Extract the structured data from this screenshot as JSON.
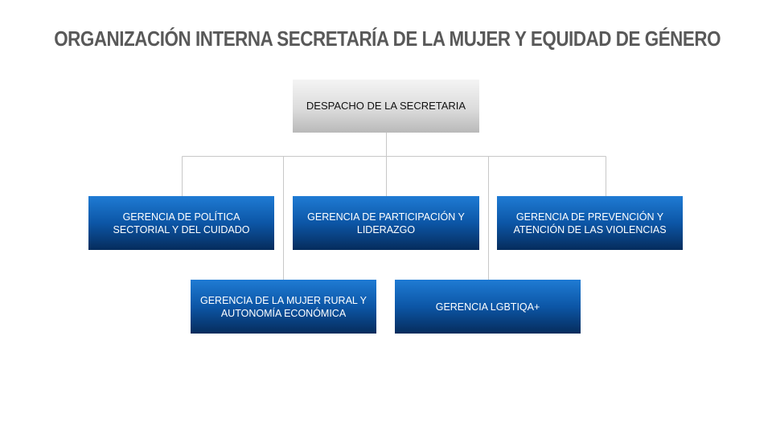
{
  "title": "ORGANIZACIÓN INTERNA SECRETARÍA DE LA MUJER Y EQUIDAD DE GÉNERO",
  "top_node": "DESPACHO DE LA SECRETARIA",
  "nodes": [
    "GERENCIA DE POLÍTICA SECTORIAL Y DEL CUIDADO",
    "GERENCIA DE PARTICIPACIÓN Y LIDERAZGO",
    "GERENCIA DE PREVENCIÓN Y ATENCIÓN DE LAS VIOLENCIAS",
    "GERENCIA DE LA MUJER RURAL Y AUTONOMÍA ECONÓMICA",
    "GERENCIA LGBTIQA+"
  ],
  "colors": {
    "title": "#595959",
    "top_box": "#d9d9d9",
    "child_box_top": "#1f7bd4",
    "child_box_bottom": "#062c5c",
    "connector": "#c8c8c8"
  }
}
